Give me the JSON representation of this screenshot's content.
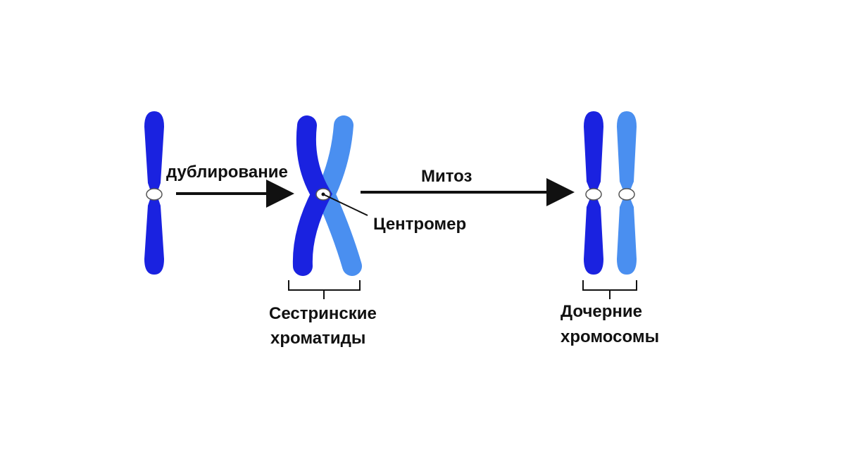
{
  "labels": {
    "duplication": "дублирование",
    "mitosis": "Митоз",
    "centromere": "Центромер",
    "sister_chromatids_line1": "Сестринские",
    "sister_chromatids_line2": "хроматиды",
    "daughter_chromosomes_line1": "Дочерние",
    "daughter_chromosomes_line2": "хромосомы"
  },
  "colors": {
    "chromosome_dark": "#1a22e0",
    "chromosome_light": "#4a8ff0",
    "centromere_fill": "#ffffff",
    "arrow": "#111111",
    "text": "#111111"
  }
}
